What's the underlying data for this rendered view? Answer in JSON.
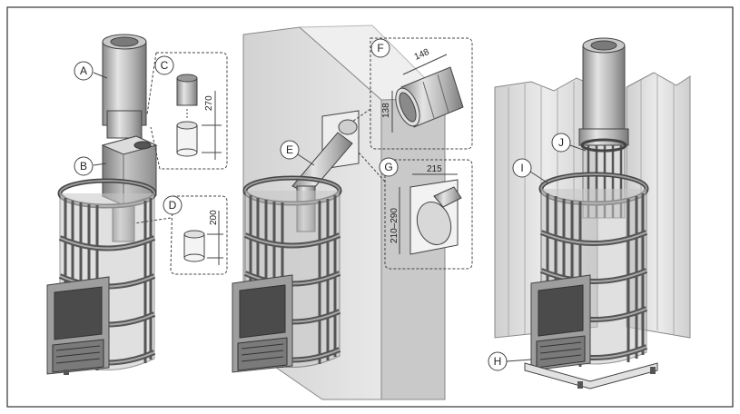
{
  "callouts": {
    "a": "A",
    "b": "B",
    "c": "C",
    "d": "D",
    "e": "E",
    "f": "F",
    "g": "G",
    "h": "H",
    "i": "I",
    "j": "J"
  },
  "dimensions": {
    "c_height": "270",
    "d_height": "200",
    "f_length": "148",
    "f_diameter": "138",
    "g_width": "215",
    "g_height": "210–290"
  },
  "colors": {
    "frame": "#333333",
    "metal_light": "#d6d6d6",
    "metal_mid": "#a9a9a9",
    "metal_dark": "#6e6e6e",
    "wall": "#dcdcdc",
    "wall_side": "#bdbdbd",
    "glass": "#5a5a5a"
  }
}
